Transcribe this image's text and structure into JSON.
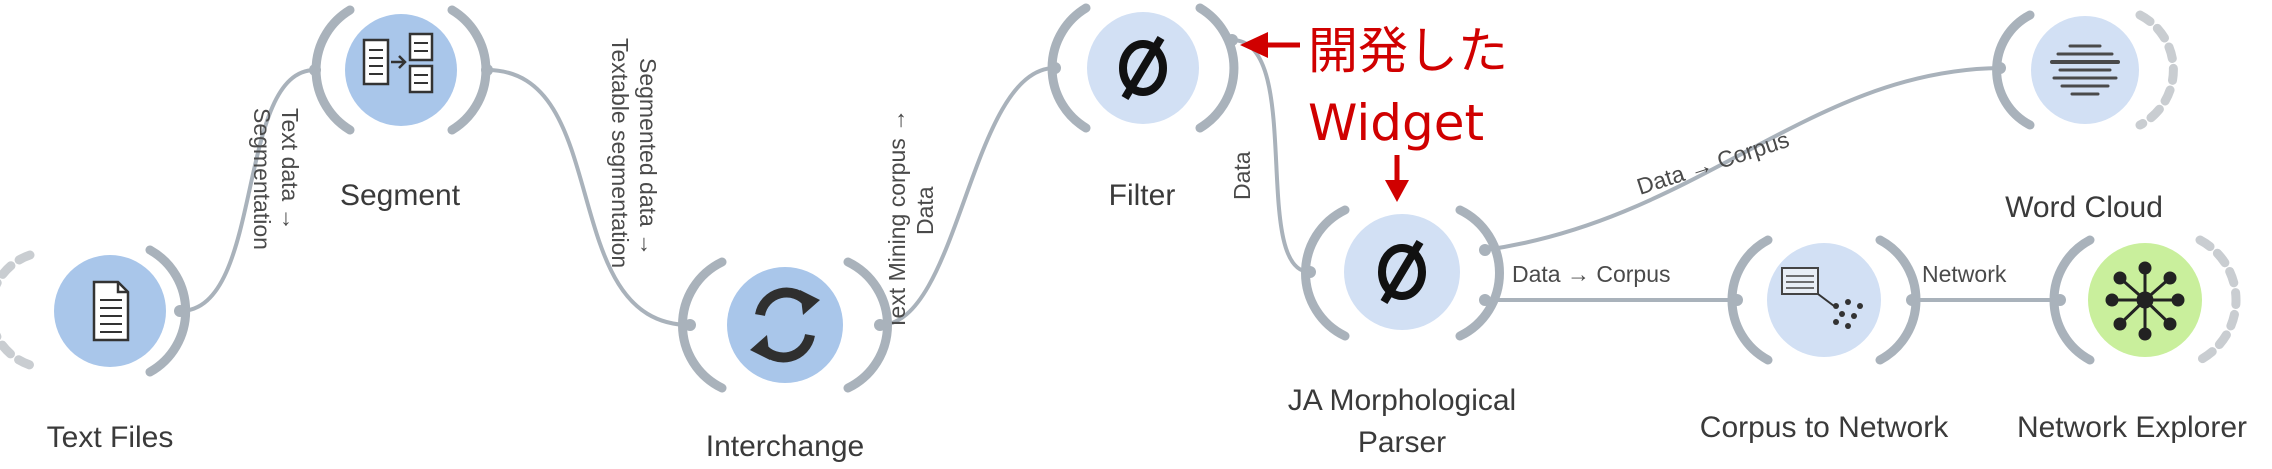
{
  "nodes": {
    "text_files": {
      "label": "Text Files",
      "icon": "document-icon",
      "color": "#a9c6ea"
    },
    "segment": {
      "label": "Segment",
      "icon": "segment-documents-icon",
      "color": "#a9c6ea"
    },
    "interchange": {
      "label": "Interchange",
      "icon": "refresh-arrows-icon",
      "color": "#a9c6ea"
    },
    "filter": {
      "label": "Filter",
      "icon": "empty-set-icon",
      "color": "#d2e0f4"
    },
    "ja_parser": {
      "label_line1": "JA Morphological",
      "label_line2": "Parser",
      "icon": "empty-set-icon",
      "color": "#d2e0f4"
    },
    "word_cloud": {
      "label": "Word Cloud",
      "icon": "word-cloud-icon",
      "color": "#d2e0f4"
    },
    "corpus_to_network": {
      "label": "Corpus to Network",
      "icon": "corpus-network-icon",
      "color": "#d2e0f4"
    },
    "network_explorer": {
      "label": "Network Explorer",
      "icon": "network-graph-icon",
      "color": "#c9ef9c"
    }
  },
  "links": {
    "textfiles_segment": {
      "line1": "Text data →",
      "line2": "Segmentation"
    },
    "segment_interchange": {
      "line1": "Segmented data →",
      "line2": "Textable segmentation"
    },
    "interchange_filter": {
      "line1": "Text Mining corpus →",
      "line2": "Data"
    },
    "filter_parser": {
      "line1": "Data"
    },
    "parser_wordcloud": {
      "line1": "Data → Corpus"
    },
    "parser_corpus": {
      "line1": "Data → Corpus"
    },
    "corpus_explorer": {
      "line1": "Network"
    }
  },
  "annotation": {
    "line1": "開発した",
    "line2": "Widget",
    "color": "#d00000"
  }
}
